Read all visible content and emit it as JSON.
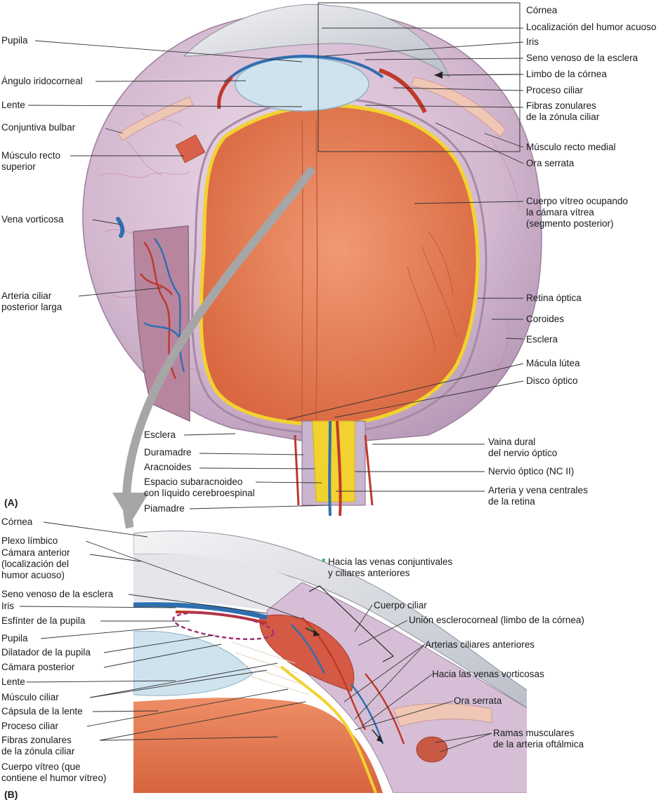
{
  "panel_a": {
    "marker": "(A)",
    "left_labels": [
      "Pupila",
      "Ángulo iridocorneal",
      "Lente",
      "Conjuntiva bulbar",
      "Músculo recto\nsuperior",
      "Vena vorticosa",
      "Arteria ciliar\nposterior larga"
    ],
    "right_labels": [
      "Córnea",
      "Localización del humor acuoso",
      "Iris",
      "Seno venoso de la esclera",
      "Limbo de la córnea",
      "Proceso ciliar",
      "Fibras zonulares\nde la zónula ciliar",
      "Músculo recto medial",
      "Ora serrata",
      "Cuerpo vítreo ocupando\nla cámara vítrea\n(segmento posterior)",
      "Retina óptica",
      "Coroides",
      "Esclera",
      "Mácula lútea",
      "Disco óptico"
    ],
    "bottom_left_labels": [
      "Esclera",
      "Duramadre",
      "Aracnoides",
      "Espacio subaracnoideo\ncon líquido cerebroespinal",
      "Piamadre"
    ],
    "bottom_right_labels": [
      "Vaina dural\ndel nervio óptico",
      "Nervio óptico (NC II)",
      "Arteria y vena centrales\nde la retina"
    ]
  },
  "panel_b": {
    "marker": "(B)",
    "left_labels": [
      "Córnea",
      "Plexo límbico",
      "Cámara anterior\n(localización del\nhumor acuoso)",
      "Seno venoso de la esclera",
      "Iris",
      "Esfínter de la pupila",
      "Pupila",
      "Dilatador de la pupila",
      "Cámara posterior",
      "Lente",
      "Músculo ciliar",
      "Cápsula de la lente",
      "Proceso ciliar",
      "Fibras zonulares\nde la zónula ciliar",
      "Cuerpo vítreo (que\ncontiene el humor vítreo)"
    ],
    "note_star": "*",
    "note": "Hacia las venas conjuntivales\ny ciliares anteriores",
    "right_labels": [
      "Cuerpo ciliar",
      "Unión esclerocorneal (limbo de la córnea)",
      "Arterias ciliares anteriores",
      "Hacia las venas vorticosas",
      "Ora serrata",
      "Ramas musculares\nde la arteria oftálmica"
    ]
  },
  "colors": {
    "vitreous": "#e9805e",
    "sclera": "#d9c2d6",
    "retina": "#f2d22e",
    "artery": "#c0392b",
    "vein": "#2f6fb0",
    "cornea": "#d9dde3",
    "lens": "#cfe3ef",
    "leader": "#333333"
  }
}
